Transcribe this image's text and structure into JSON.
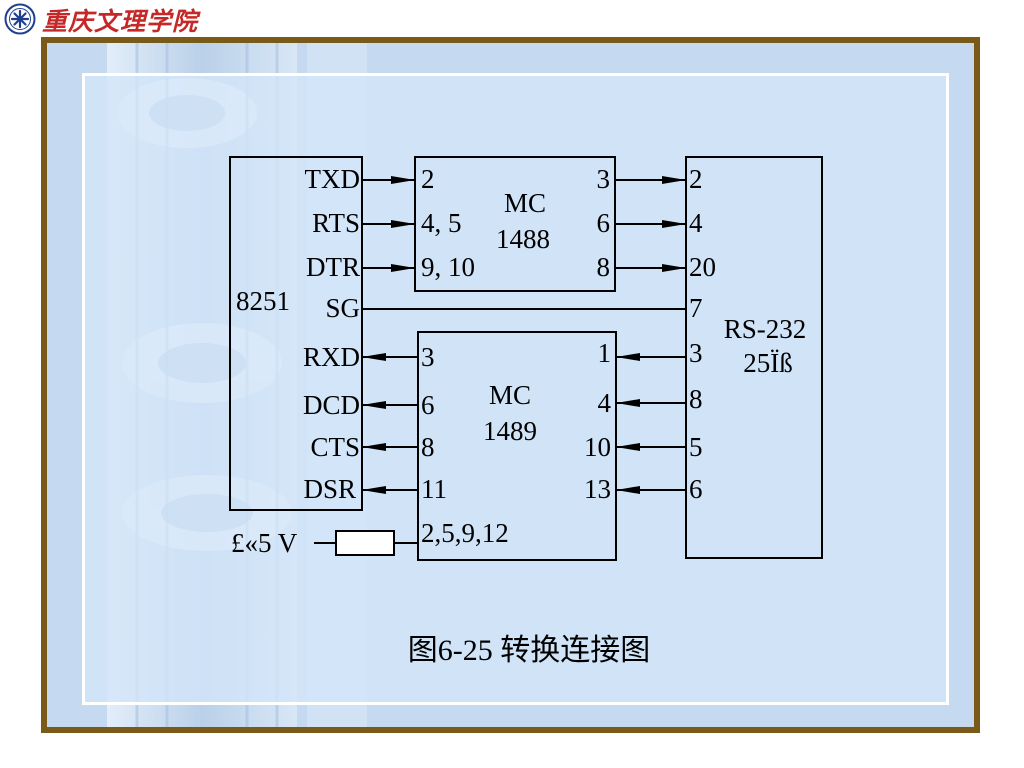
{
  "header": {
    "school_name": "重庆文理学院",
    "logo_icon": "school-emblem-icon"
  },
  "diagram": {
    "left_chip": {
      "name": "8251",
      "signals": [
        "TXD",
        "RTS",
        "DTR",
        "SG",
        "RXD",
        "DCD",
        "CTS",
        "DSR"
      ]
    },
    "driver_chip": {
      "name_line1": "MC",
      "name_line2": "1488",
      "input_pins": [
        "2",
        "4, 5",
        "9, 10"
      ],
      "output_pins": [
        "3",
        "6",
        "8"
      ]
    },
    "receiver_chip": {
      "name_line1": "MC",
      "name_line2": "1489",
      "output_pins": [
        "3",
        "6",
        "8",
        "11"
      ],
      "input_pins": [
        "1",
        "4",
        "10",
        "13"
      ],
      "control_pins": "2,5,9,12"
    },
    "connector": {
      "name_line1": "RS-232",
      "name_line2": "25Ïß",
      "pins": [
        "2",
        "4",
        "20",
        "7",
        "3",
        "8",
        "5",
        "6"
      ]
    },
    "supply_label": "£«5 V",
    "caption": "图6-25  转换连接图"
  },
  "colors": {
    "frame": "#7a5a18",
    "background": "#c7dcf0",
    "school_name": "#c62828"
  }
}
